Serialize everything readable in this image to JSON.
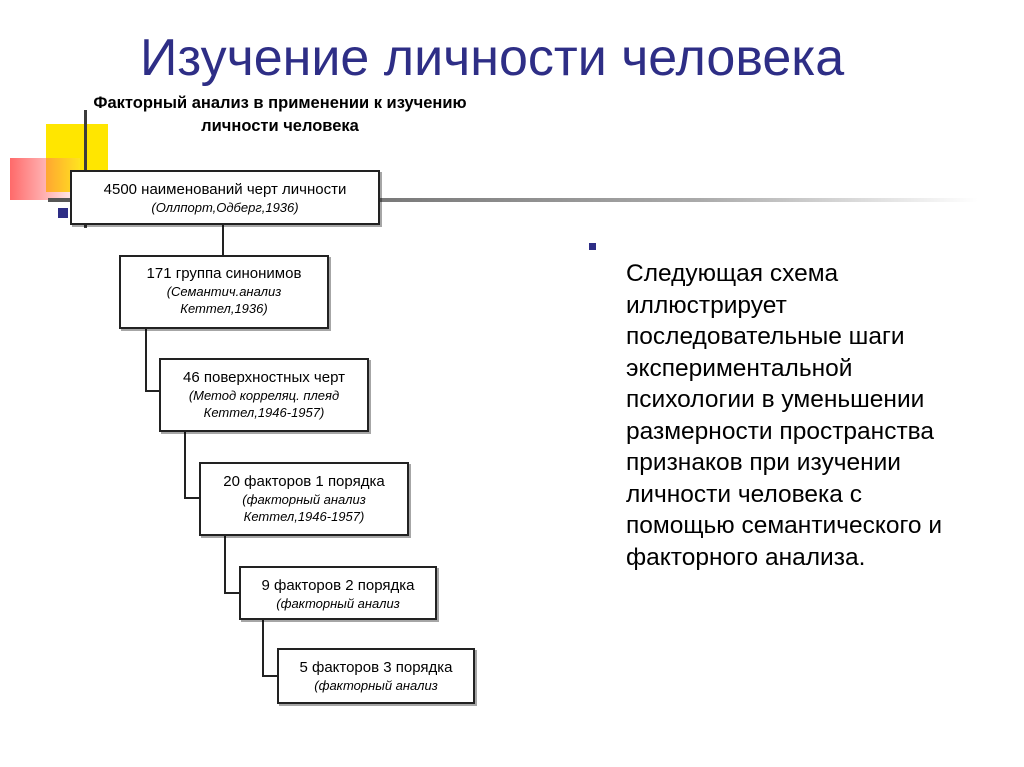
{
  "title": "Изучение личности человека",
  "subtitle": {
    "line1": "Факторный анализ в применении к изучению",
    "line2": "личности человека"
  },
  "steps": [
    {
      "main": "4500 наименований черт личности",
      "sub": [
        "(Оллпорт,Одберг,1936)"
      ]
    },
    {
      "main": "171 группа синонимов",
      "sub": [
        "(Семантич.анализ",
        "Кеттел,1936)"
      ]
    },
    {
      "main": "46 поверхностных черт",
      "sub": [
        "(Метод корреляц. плеяд",
        "Кеттел,1946-1957)"
      ]
    },
    {
      "main": "20 факторов 1 порядка",
      "sub": [
        "(факторный анализ",
        "Кеттел,1946-1957)"
      ]
    },
    {
      "main": "9 факторов 2 порядка",
      "sub": [
        "(факторный анализ"
      ]
    },
    {
      "main": "5 факторов 3 порядка",
      "sub": [
        "(факторный анализ"
      ]
    }
  ],
  "body_text": [
    "Следующая схема",
    "иллюстрирует",
    "последовательные шаги",
    "экспериментальной",
    "психологии в уменьшении",
    "размерности пространства",
    "признаков при изучении",
    "личности человека с",
    "помощью семантического и",
    "факторного анализа."
  ]
}
